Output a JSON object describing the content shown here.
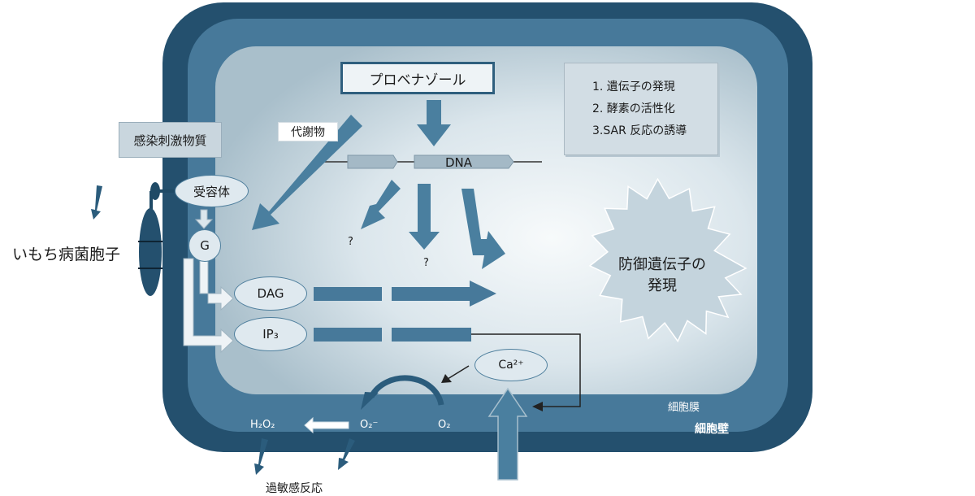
{
  "top_box": "プロベナゾール",
  "info_list": [
    "1. 遺伝子の発現",
    "2. 酵素の活性化",
    "3.SAR 反応の誘導"
  ],
  "metabolite": "代謝物",
  "dna": "DNA",
  "elicitor": "感染刺激物質",
  "receptor": "受容体",
  "g_protein": "G",
  "dag": "DAG",
  "ip3": "IP₃",
  "calcium": "Ca²⁺",
  "question_marks": [
    "?",
    "?"
  ],
  "defense": [
    "防御遺伝子の",
    "発現"
  ],
  "spore": "いもち病菌胞子",
  "h2o2": "H₂O₂",
  "o2_radical": "O₂⁻",
  "o2": "O₂",
  "membrane": "細胞膜",
  "wall": "細胞壁",
  "hypersensitive": "過敏感反応",
  "colors": {
    "wall_dark": "#24506e",
    "membrane_mid": "#47799a",
    "arrow": "#4a7f9f",
    "interior_light": "#eef3f6"
  }
}
